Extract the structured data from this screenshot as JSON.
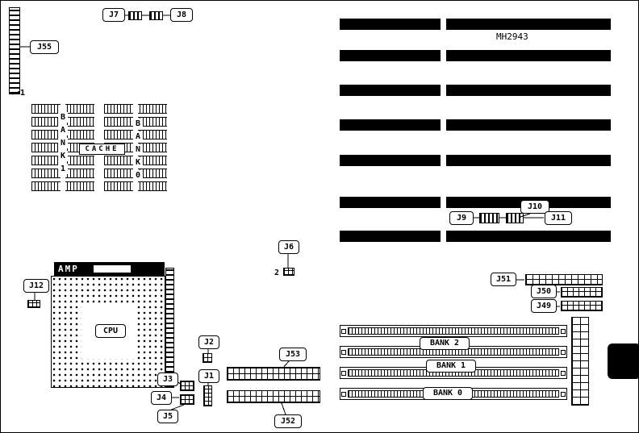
{
  "board": {
    "model": "MH2943"
  },
  "callouts": {
    "j1": "J1",
    "j2": "J2",
    "j3": "J3",
    "j4": "J4",
    "j5": "J5",
    "j6": "J6",
    "j7": "J7",
    "j8": "J8",
    "j9": "J9",
    "j10": "J10",
    "j11": "J11",
    "j12": "J12",
    "j49": "J49",
    "j50": "J50",
    "j51": "J51",
    "j52": "J52",
    "j53": "J53",
    "j55": "J55",
    "cpu": "CPU"
  },
  "chip_labels": {
    "amp": "AMP",
    "cache": "CACHE",
    "bank1_letters": [
      "B",
      "A",
      "N",
      "K",
      "1"
    ],
    "bank0_letters": [
      "B",
      "A",
      "N",
      "K",
      "0"
    ]
  },
  "simm_banks": {
    "bank2": "BANK 2",
    "bank1": "BANK 1",
    "bank0": "BANK 0"
  },
  "pin_markers": {
    "j55_pin1": "1",
    "j6_pin2": "2"
  }
}
